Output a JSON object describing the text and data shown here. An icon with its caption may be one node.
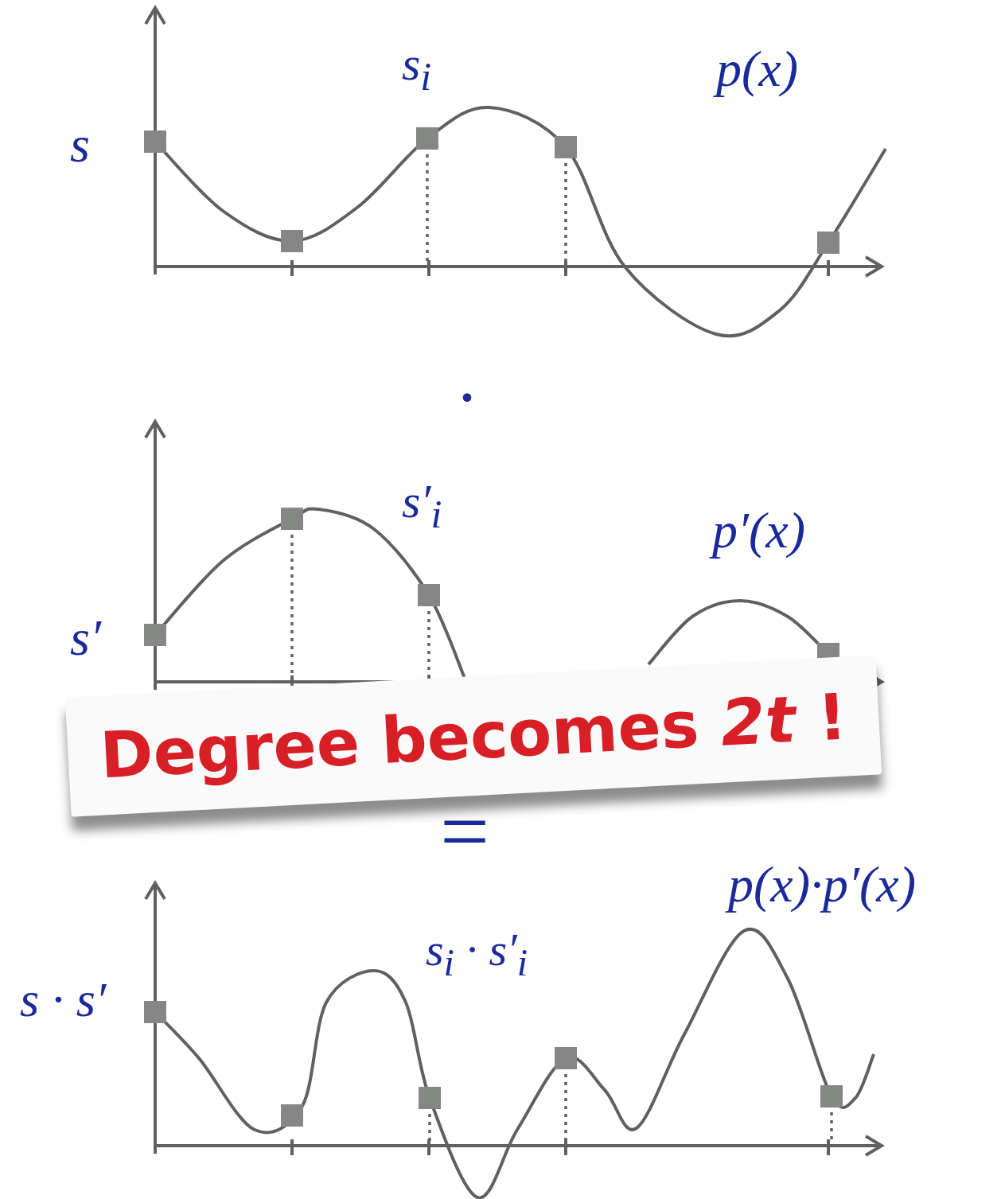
{
  "diagram": {
    "labels": [
      "s",
      "s$_{i}$",
      "p(x)",
      "·",
      "s′",
      "s′$_{i}$",
      "p′(x)",
      "Degree becomes *2t* !",
      "=",
      "s · s′",
      "s$_{i}$ · s′$_{i}$",
      "p(x)·p′(x)"
    ]
  }
}
